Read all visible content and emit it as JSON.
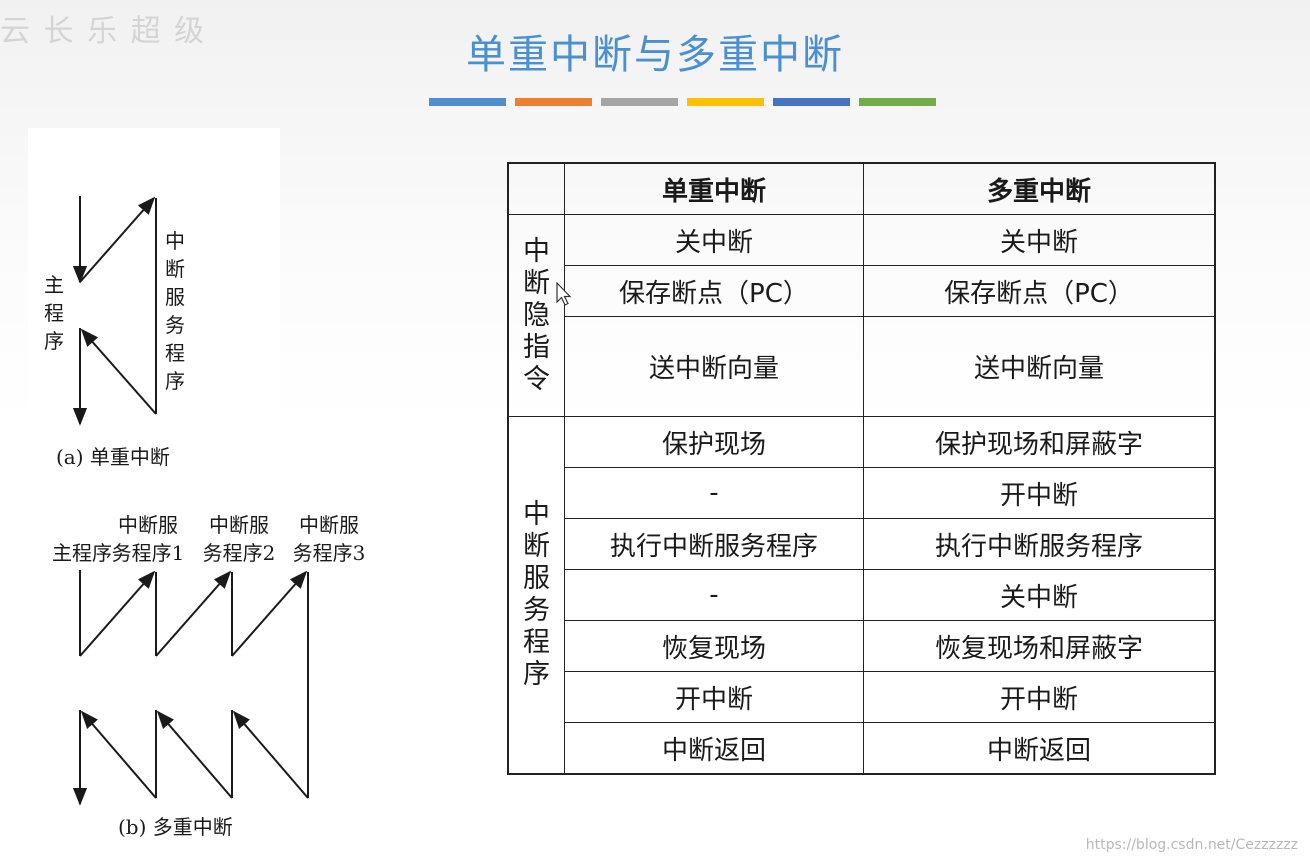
{
  "logo_text": "云 长 乐 超 级",
  "title": "单重中断与多重中断",
  "color_bars": [
    {
      "color": "#4f8fd0"
    },
    {
      "color": "#ee7f31"
    },
    {
      "color": "#a5a5a5"
    },
    {
      "color": "#fcc000"
    },
    {
      "color": "#4472c4"
    },
    {
      "color": "#70ad47"
    }
  ],
  "diagram_a": {
    "main_program": "主程序",
    "isr": "中断服务程序",
    "caption": "(a) 单重中断"
  },
  "diagram_b": {
    "main_program": "主程序",
    "isr1_line1": "中断服",
    "isr1_line2": "务程序1",
    "isr2_line1": "中断服",
    "isr2_line2": "务程序2",
    "isr3_line1": "中断服",
    "isr3_line2": "务程序3",
    "caption": "(b) 多重中断"
  },
  "table": {
    "header": {
      "single": "单重中断",
      "multi": "多重中断"
    },
    "group1_label": "中断隐指令",
    "group2_label": "中断服务程序",
    "rows": [
      {
        "single": "关中断",
        "multi": "关中断"
      },
      {
        "single": "保存断点（PC）",
        "multi": "保存断点（PC）"
      },
      {
        "single": "送中断向量",
        "multi": "送中断向量"
      },
      {
        "single": "保护现场",
        "multi": "保护现场和屏蔽字"
      },
      {
        "single": "-",
        "multi": "开中断"
      },
      {
        "single": "执行中断服务程序",
        "multi": "执行中断服务程序"
      },
      {
        "single": "-",
        "multi": "关中断"
      },
      {
        "single": "恢复现场",
        "multi": "恢复现场和屏蔽字"
      },
      {
        "single": "开中断",
        "multi": "开中断"
      },
      {
        "single": "中断返回",
        "multi": "中断返回"
      }
    ]
  },
  "watermark": "https://blog.csdn.net/Cezzzzzz"
}
